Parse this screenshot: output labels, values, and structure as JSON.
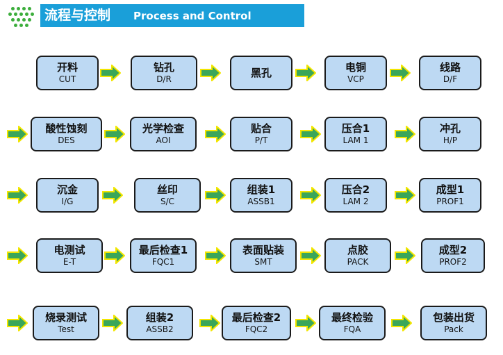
{
  "header": {
    "title_cn": "流程与控制",
    "title_en": "Process and Control"
  },
  "colors": {
    "header_bg": "#1a9fd9",
    "box_fill": "#bdd9f3",
    "arrow_fill": "#3aa65a",
    "arrow_stroke": "#f3e600",
    "logo_dots": "#3cae3c"
  },
  "icons": {
    "logo": "dot-grid-logo-icon",
    "arrow": "right-arrow-icon"
  },
  "rows": [
    {
      "items": [
        {
          "cn": "开料",
          "en": "CUT"
        },
        {
          "cn": "钻孔",
          "en": "D/R"
        },
        {
          "cn": "黑孔",
          "en": ""
        },
        {
          "cn": "电铜",
          "en": "VCP"
        },
        {
          "cn": "线路",
          "en": "D/F"
        }
      ]
    },
    {
      "items": [
        {
          "cn": "酸性蚀刻",
          "en": "DES"
        },
        {
          "cn": "光学检查",
          "en": "AOI"
        },
        {
          "cn": "贴合",
          "en": "P/T"
        },
        {
          "cn": "压合1",
          "en": "LAM 1"
        },
        {
          "cn": "冲孔",
          "en": "H/P"
        }
      ]
    },
    {
      "items": [
        {
          "cn": "沉金",
          "en": "I/G"
        },
        {
          "cn": "丝印",
          "en": "S/C"
        },
        {
          "cn": "组装1",
          "en": "ASSB1"
        },
        {
          "cn": "压合2",
          "en": "LAM 2"
        },
        {
          "cn": "成型1",
          "en": "PROF1"
        }
      ]
    },
    {
      "items": [
        {
          "cn": "电测试",
          "en": "E-T"
        },
        {
          "cn": "最后检查1",
          "en": "FQC1"
        },
        {
          "cn": "表面贴装",
          "en": "SMT"
        },
        {
          "cn": "点胶",
          "en": "PACK"
        },
        {
          "cn": "成型2",
          "en": "PROF2"
        }
      ]
    },
    {
      "items": [
        {
          "cn": "烧录测试",
          "en": "Test"
        },
        {
          "cn": "组装2",
          "en": "ASSB2"
        },
        {
          "cn": "最后检查2",
          "en": "FQC2"
        },
        {
          "cn": "最终检验",
          "en": "FQA"
        },
        {
          "cn": "包装出货",
          "en": "Pack"
        }
      ]
    }
  ]
}
